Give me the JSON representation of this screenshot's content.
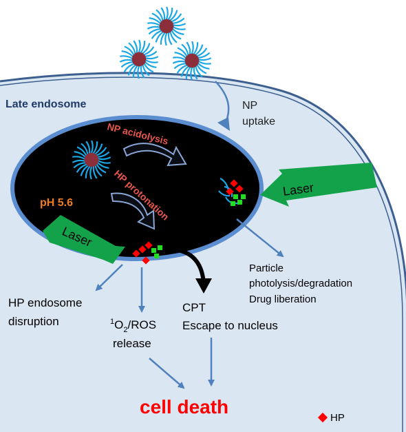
{
  "labels": {
    "late_endosome": "Late endosome",
    "np_uptake_line1": "NP",
    "np_uptake_line2": "uptake",
    "np_acidolysis": "NP acidolysis",
    "hp_protonation": "HP protonation",
    "ph": "pH 5.6",
    "laser_right": "Laser",
    "laser_left": "Laser",
    "particle_line1": "Particle",
    "particle_line2": "photolysis/degradation",
    "particle_line3": "Drug liberation",
    "hp_disruption_line1": "HP endosome",
    "hp_disruption_line2": "disruption",
    "ros_superscript": "1",
    "ros_o": "O",
    "ros_subscript": "2",
    "ros_rest": "/ROS",
    "ros_line2": "release",
    "cpt_line1": "CPT",
    "cpt_line2": "Escape to nucleus",
    "cell_death": "cell death",
    "legend_hp": "HP"
  },
  "colors": {
    "cytoplasm": "#dbe6f3",
    "membrane": "#4a7dbf",
    "endosome_fill": "#000000",
    "nanoparticle_shell": "#1aa7e6",
    "nanoparticle_core": "#8c2f3a",
    "laser_green": "#13a24a",
    "hp_red": "#ff0000",
    "drug_green": "#22dd22",
    "arrow_blue": "#4f81bd",
    "acidolysis_text": "#e6564b",
    "ph_text": "#ef7d22",
    "cell_death_text": "#ff0000"
  },
  "icons": {
    "nanoparticle": "nanoparticle-icon",
    "laser": "laser-arrow-icon",
    "hp_molecule": "hp-diamond-icon"
  }
}
